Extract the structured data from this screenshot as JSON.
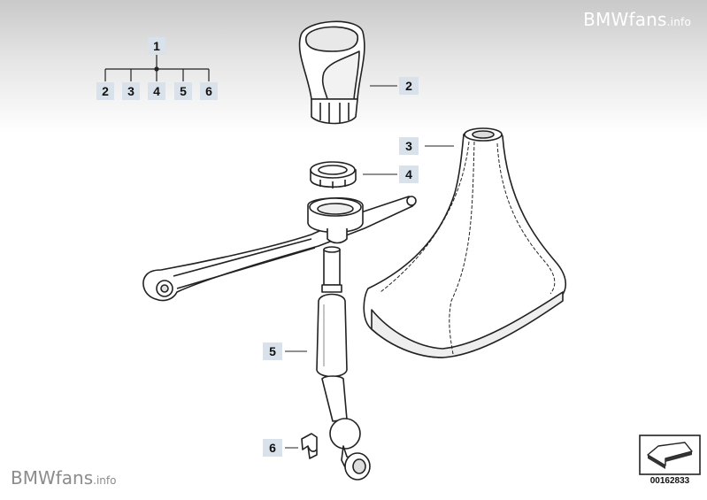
{
  "watermark": {
    "brand": "BMWfans",
    "suffix": ".info"
  },
  "tree": {
    "root": "1",
    "children": [
      "2",
      "3",
      "4",
      "5",
      "6"
    ]
  },
  "callouts": {
    "knob": "2",
    "boot": "3",
    "ring": "4",
    "lever": "5",
    "clip": "6"
  },
  "diagram_number": "00162833",
  "icons": [
    "direction-arrow-icon"
  ]
}
